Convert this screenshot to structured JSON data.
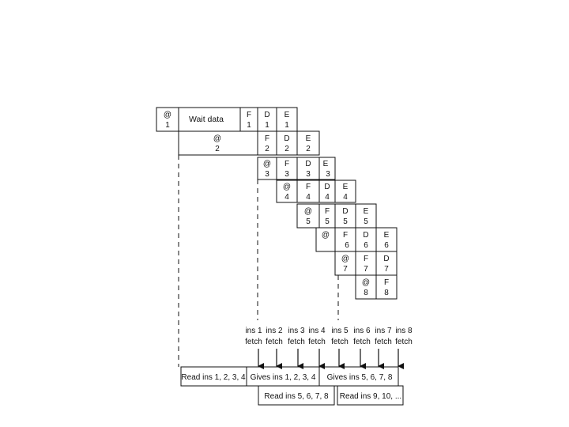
{
  "pipeline": {
    "row1": {
      "wait_label": "Wait data",
      "cells": [
        {
          "top": "@",
          "bottom": "1"
        },
        {
          "top": "F",
          "bottom": "1"
        },
        {
          "top": "D",
          "bottom": "1"
        },
        {
          "top": "E",
          "bottom": "1"
        }
      ]
    },
    "row2": {
      "cells": [
        {
          "top": "@",
          "bottom": "2"
        },
        {
          "top": "F",
          "bottom": "2"
        },
        {
          "top": "D",
          "bottom": "2"
        },
        {
          "top": "E",
          "bottom": "2"
        }
      ]
    },
    "row3": {
      "cells": [
        {
          "top": "@",
          "bottom": "3"
        },
        {
          "top": "F",
          "bottom": "3"
        },
        {
          "top": "D",
          "bottom": "3"
        },
        {
          "top": "E",
          "bottom": "3"
        }
      ]
    },
    "row4": {
      "cells": [
        {
          "top": "@",
          "bottom": "4"
        },
        {
          "top": "F",
          "bottom": "4"
        },
        {
          "top": "D",
          "bottom": "4"
        },
        {
          "top": "E",
          "bottom": "4"
        }
      ]
    },
    "row5": {
      "cells": [
        {
          "top": "@",
          "bottom": "5"
        },
        {
          "top": "F",
          "bottom": "5"
        },
        {
          "top": "D",
          "bottom": "5"
        },
        {
          "top": "E",
          "bottom": "5"
        }
      ]
    },
    "row6": {
      "cells": [
        {
          "top": "@",
          "bottom": ""
        },
        {
          "top": "F",
          "bottom": "6"
        },
        {
          "top": "D",
          "bottom": "6"
        },
        {
          "top": "E",
          "bottom": "6"
        }
      ]
    },
    "row7": {
      "cells": [
        {
          "top": "@",
          "bottom": "7"
        },
        {
          "top": "F",
          "bottom": "7"
        },
        {
          "top": "D",
          "bottom": "7"
        }
      ]
    },
    "row8": {
      "cells": [
        {
          "top": "@",
          "bottom": "8"
        },
        {
          "top": "F",
          "bottom": "8"
        }
      ]
    }
  },
  "fetch_labels": [
    {
      "line1": "ins 1",
      "line2": "fetch"
    },
    {
      "line1": "ins 2",
      "line2": "fetch"
    },
    {
      "line1": "ins 3",
      "line2": "fetch"
    },
    {
      "line1": "ins 4",
      "line2": "fetch"
    },
    {
      "line1": "ins 5",
      "line2": "fetch"
    },
    {
      "line1": "ins 6",
      "line2": "fetch"
    },
    {
      "line1": "ins 7",
      "line2": "fetch"
    },
    {
      "line1": "ins 8",
      "line2": "fetch"
    }
  ],
  "memory": {
    "read_1_4": "Read ins 1, 2, 3, 4",
    "gives_1_4": "Gives ins 1, 2, 3, 4",
    "gives_5_8": "Gives ins 5, 6, 7, 8",
    "read_5_8": "Read ins 5, 6, 7, 8",
    "read_9": "Read ins 9, 10, ..."
  }
}
